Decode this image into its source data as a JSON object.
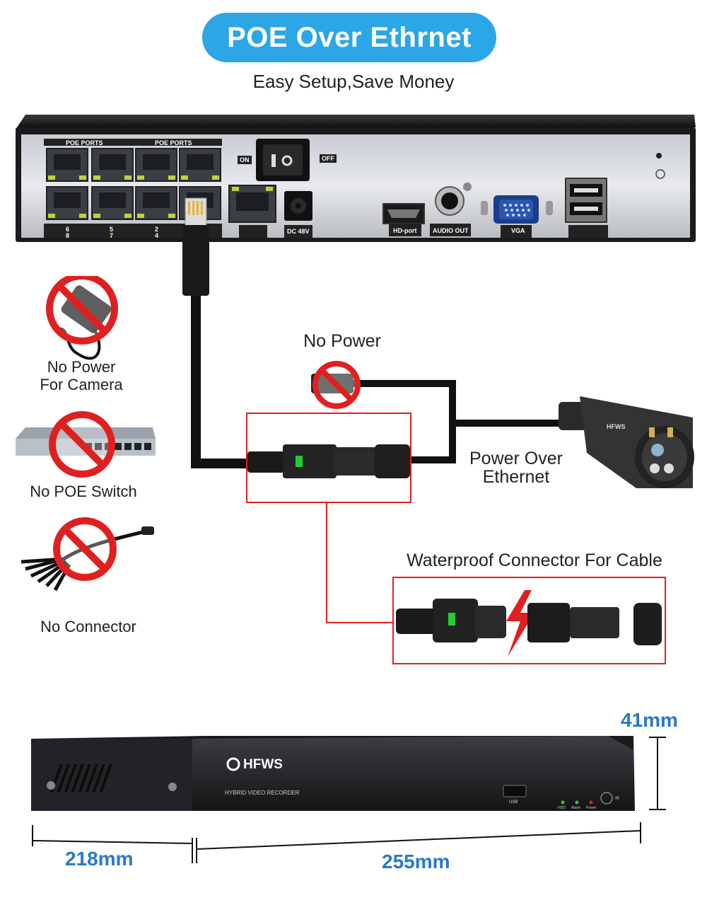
{
  "header": {
    "title": "POE Over Ethrnet",
    "subtitle": "Easy Setup,Save Money"
  },
  "nvr_back": {
    "poe_ports_label_1": "POE PORTS",
    "poe_ports_label_2": "POE PORTS",
    "on_label": "ON",
    "off_label": "OFF",
    "dc_label": "DC 48V",
    "hd_port_label": "HD-port",
    "audio_out_label": "AUDIO OUT",
    "vga_label": "VGA",
    "port_numbers_top": [
      "6",
      "5",
      "2",
      ""
    ],
    "port_numbers_bottom": [
      "8",
      "7",
      "4",
      ""
    ]
  },
  "left_column": {
    "no_power_camera": "No Power\nFor Camera",
    "no_power_camera_line1": "No Power",
    "no_power_camera_line2": "For Camera",
    "no_poe_switch": "No POE Switch",
    "no_connector": "No Connector"
  },
  "diagram": {
    "no_power": "No Power",
    "poe_line1": "Power Over",
    "poe_line2": "Ethernet",
    "waterproof_title": "Waterproof Connector For Cable",
    "camera_brand": "HFWS"
  },
  "nvr_front": {
    "brand": "HFWS",
    "subtitle": "HYBRID VIDEO RECORDER",
    "usb_label": "USB",
    "led_labels": [
      "HDD",
      "Alarm",
      "Power"
    ],
    "ir_label": "IR",
    "height_dim": "41mm",
    "depth_dim": "218mm",
    "width_dim": "255mm"
  },
  "colors": {
    "accent_blue": "#2ba6e6",
    "dimension_blue": "#2a78c8",
    "prohibition_red": "#e02020",
    "connector_green": "#22cc33"
  }
}
